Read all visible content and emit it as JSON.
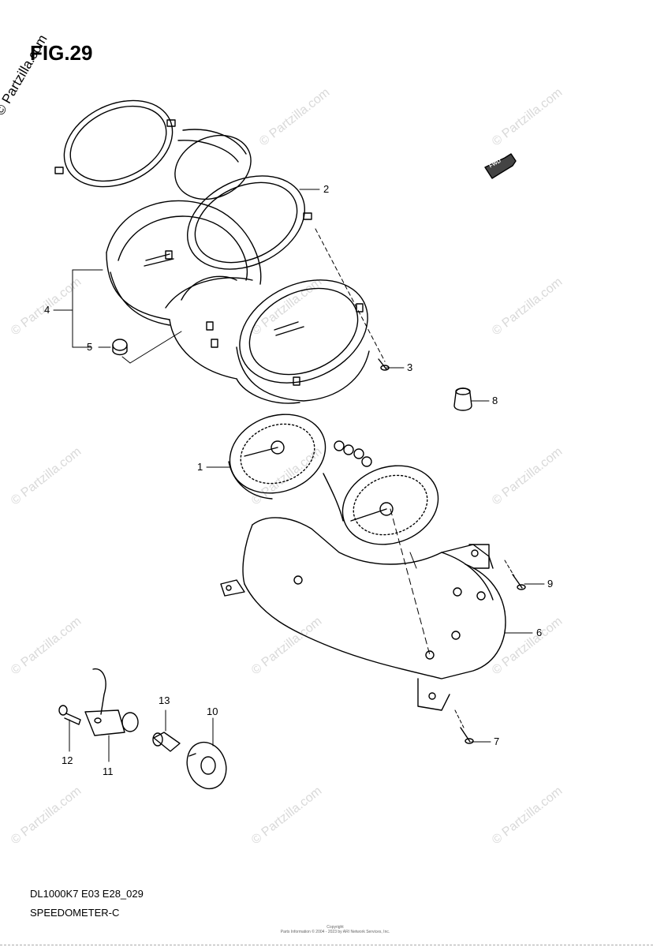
{
  "figure": {
    "title": "FIG.29"
  },
  "watermark": {
    "main": "© Partzilla.com",
    "repeat": "© Partzilla.com"
  },
  "fwd_label": "FWD",
  "callouts": {
    "c1": "1",
    "c2": "2",
    "c3": "3",
    "c4": "4",
    "c5": "5",
    "c6": "6",
    "c7": "7",
    "c8": "8",
    "c9": "9",
    "c10": "10",
    "c11": "11",
    "c12": "12",
    "c13": "13"
  },
  "footer": {
    "code": "DL1000K7 E03 E28_029",
    "name": "SPEEDOMETER-C",
    "copyright_line1": "Copyright",
    "copyright_line2": "Parts Information © 2004 - 2023 by ARI Network Services, Inc."
  }
}
